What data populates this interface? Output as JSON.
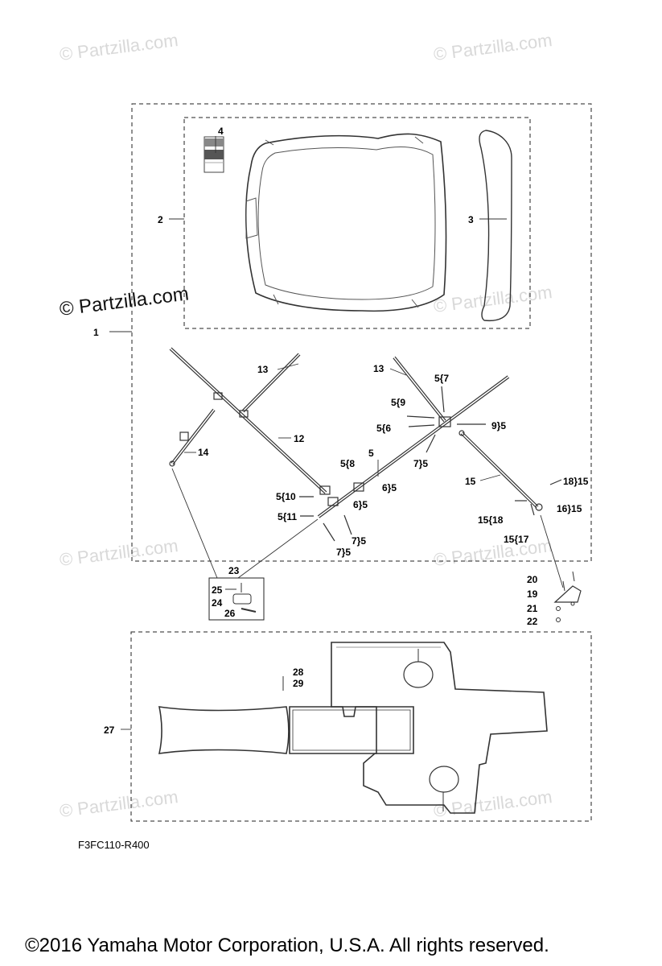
{
  "watermark_text": "© Partzilla.com",
  "diagram_code": "F3FC110-R400",
  "copyright": "©2016  Yamaha Motor Corporation, U.S.A. All rights reserved.",
  "callouts": {
    "c1": "1",
    "c2": "2",
    "c3": "3",
    "c4": "4",
    "c5": "5",
    "c5_7": "5{7",
    "c5_9": "5{9",
    "c5_6": "5{6",
    "c9_5": "9}5",
    "c7_5a": "7}5",
    "c5_8": "5{8",
    "c6_5a": "6}5",
    "c6_5b": "6}5",
    "c5_10": "5{10",
    "c5_11": "5{11",
    "c7_5b": "7}5",
    "c7_5c": "7}5",
    "c12": "12",
    "c13a": "13",
    "c13b": "13",
    "c14": "14",
    "c15": "15",
    "c18_15": "18}15",
    "c16_15": "16}15",
    "c15_18": "15{18",
    "c15_17": "15{17",
    "c19": "19",
    "c20": "20",
    "c21": "21",
    "c22": "22",
    "c23": "23",
    "c24": "24",
    "c25": "25",
    "c26": "26",
    "c27": "27",
    "c28": "28",
    "c29": "29"
  }
}
